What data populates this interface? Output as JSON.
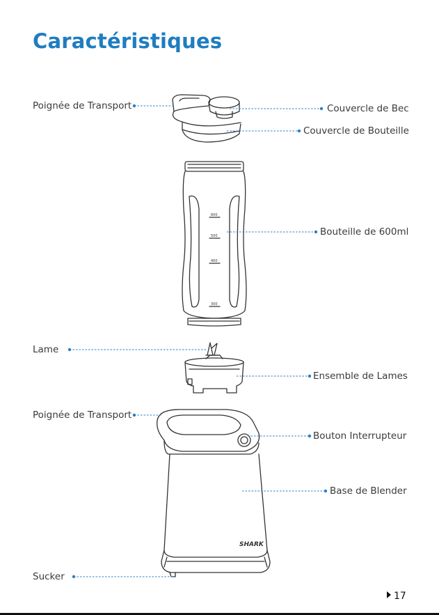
{
  "title": "Caractéristiques",
  "labels": {
    "poignee_top": "Poignée de Transport",
    "couvercle_bec": "Couvercle de Bec",
    "couvercle_bouteille": "Couvercle de Bouteille",
    "bouteille": "Bouteille de 600ml",
    "lame": "Lame",
    "ensemble_lames": "Ensemble de Lames",
    "poignee_bottom": "Poignée de Transport",
    "bouton": "Bouton Interrupteur",
    "base": "Base de Blender",
    "sucker": "Sucker"
  },
  "brand": "SHARK",
  "bottle_marks": [
    "600",
    "500",
    "400",
    "300"
  ],
  "page_number": "17",
  "colors": {
    "accent": "#1f7dc1",
    "leader": "#2a7fc8",
    "line_art": "#333333"
  }
}
